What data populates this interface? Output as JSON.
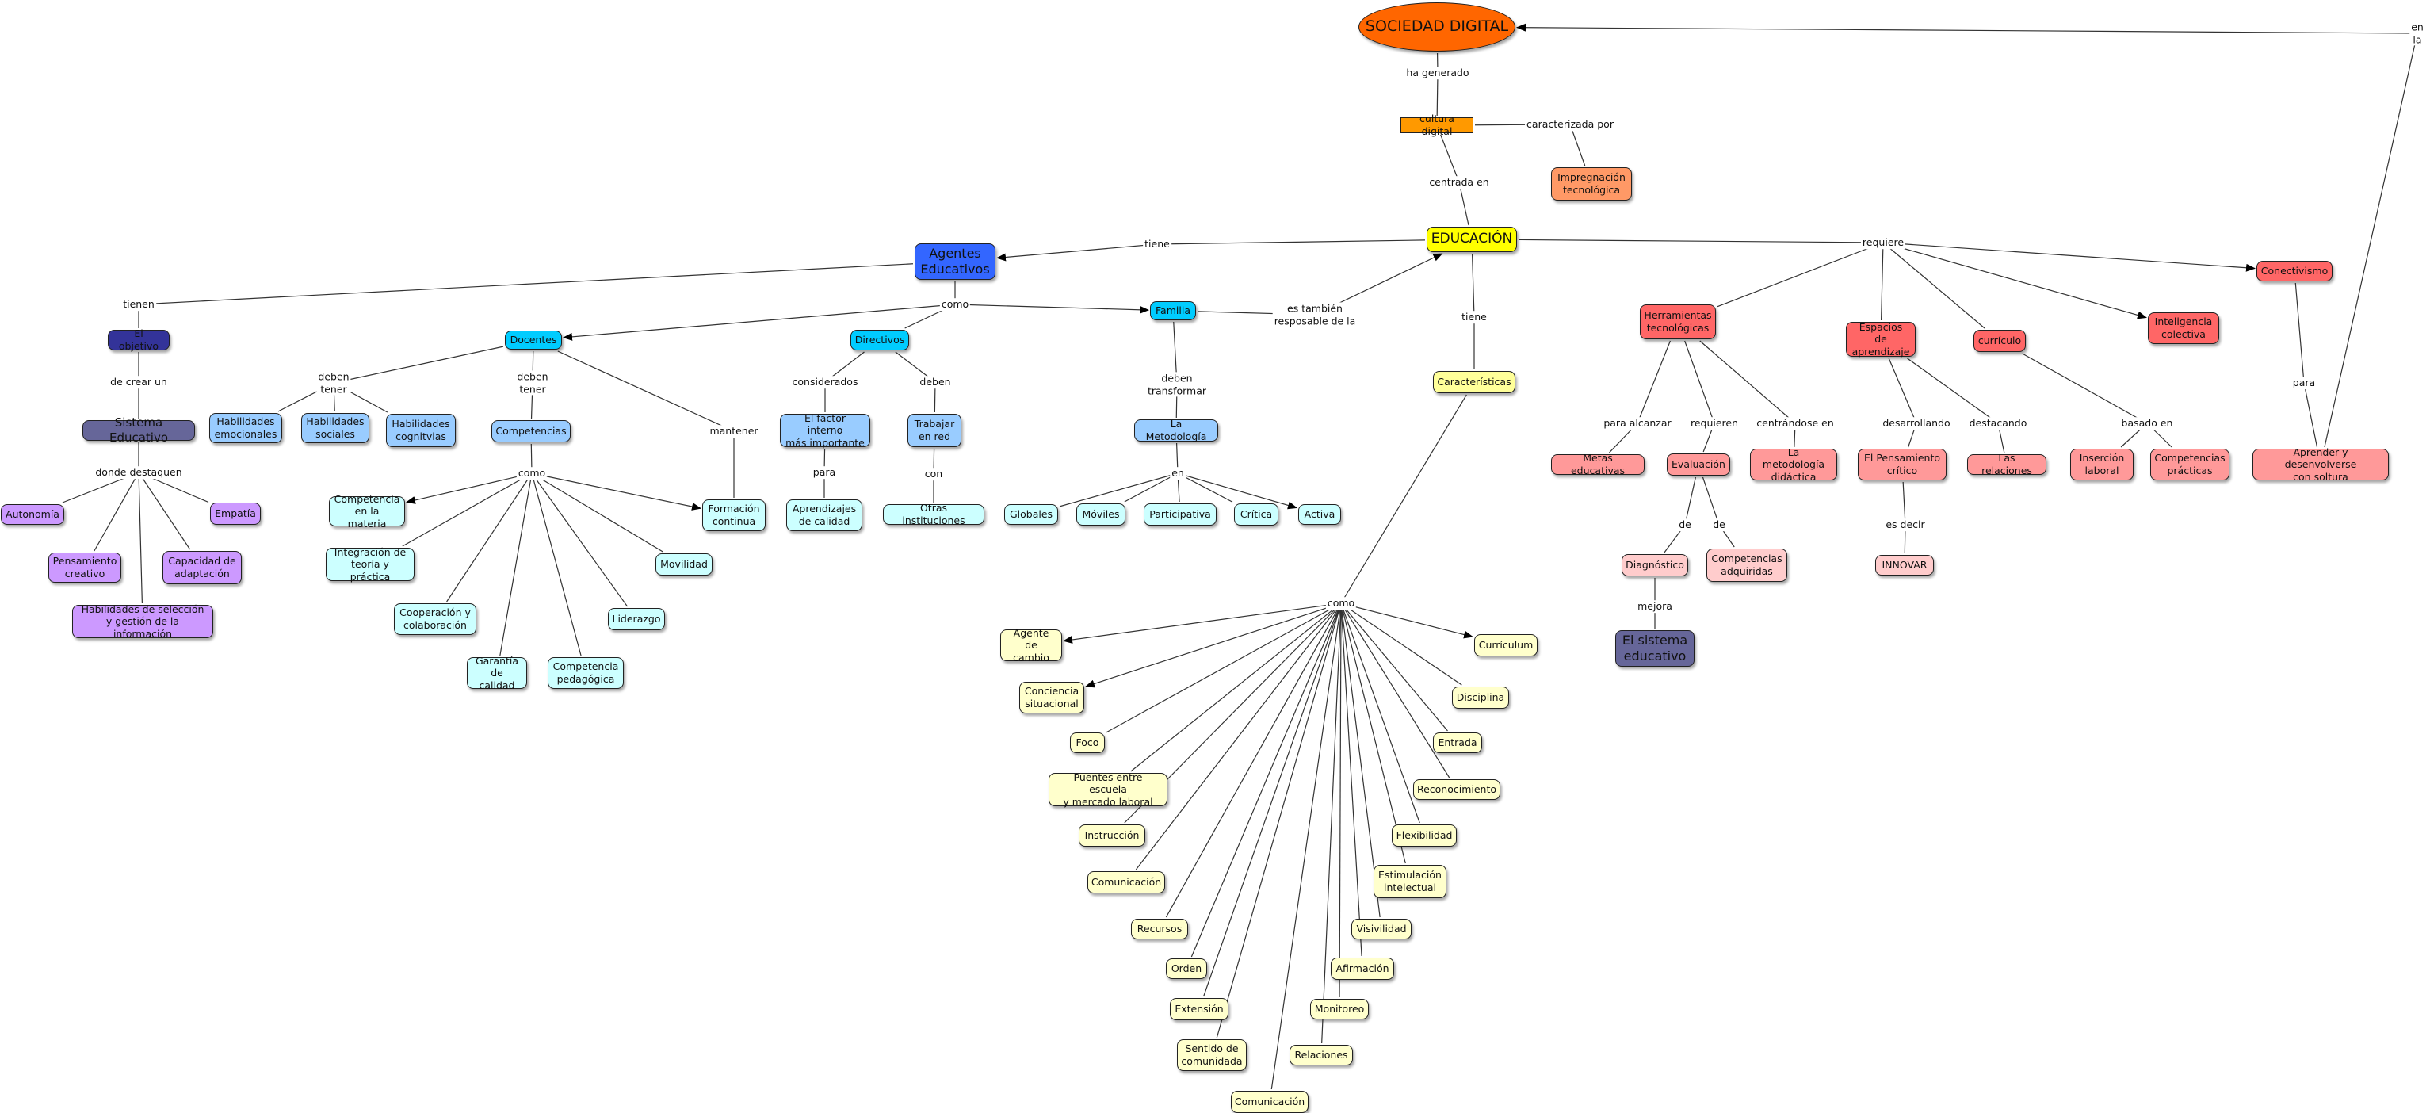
{
  "colors": {
    "root": "#ff6600",
    "orange": "#ff9900",
    "peach": "#ff9966",
    "yellow": "#ffff00",
    "light_yellow": "#ffffcc",
    "pale_yellow": "#ffff99",
    "blue_strong": "#3366ff",
    "navy": "#333399",
    "slate": "#666699",
    "cyan": "#00ccff",
    "light_blue": "#99ccff",
    "light_cyan": "#ccffff",
    "purple": "#cc99ff",
    "red": "#ff6666",
    "salmon": "#ff9999",
    "pink": "#ffcccc"
  },
  "nodes": [
    {
      "id": "sociedad",
      "text": "SOCIEDAD DIGITAL",
      "color": "root"
    },
    {
      "id": "cultura",
      "text": "cultura digital",
      "color": "orange"
    },
    {
      "id": "impregnacion",
      "text": "Impregnación\ntecnológica",
      "color": "peach"
    },
    {
      "id": "educacion",
      "text": "EDUCACIÓN",
      "color": "yellow"
    },
    {
      "id": "agentes",
      "text": "Agentes\nEducativos",
      "color": "blue_strong"
    },
    {
      "id": "objetivo",
      "text": "El objetivo",
      "color": "navy"
    },
    {
      "id": "sistema",
      "text": "Sistema Educativo",
      "color": "slate"
    },
    {
      "id": "autonomia",
      "text": "Autonomía",
      "color": "purple"
    },
    {
      "id": "empatia",
      "text": "Empatía",
      "color": "purple"
    },
    {
      "id": "pensamiento_creativo",
      "text": "Pensamiento\ncreativo",
      "color": "purple"
    },
    {
      "id": "capacidad",
      "text": "Capacidad de\nadaptación",
      "color": "purple"
    },
    {
      "id": "habilidades_seleccion",
      "text": "Habilidades de selección\ny gestión de la información",
      "color": "purple"
    },
    {
      "id": "docentes",
      "text": "Docentes",
      "color": "cyan"
    },
    {
      "id": "hab_emocionales",
      "text": "Habilidades\nemocionales",
      "color": "light_blue"
    },
    {
      "id": "hab_sociales",
      "text": "Habilidades\nsociales",
      "color": "light_blue"
    },
    {
      "id": "hab_cognitivas",
      "text": "Habilidades\ncognitvias",
      "color": "light_blue"
    },
    {
      "id": "competencias",
      "text": "Competencias",
      "color": "light_blue"
    },
    {
      "id": "comp_materia",
      "text": "Competencia\nen la materia",
      "color": "light_cyan"
    },
    {
      "id": "integracion",
      "text": "Integración de\nteoría y práctica",
      "color": "light_cyan"
    },
    {
      "id": "cooperacion",
      "text": "Cooperación y\ncolaboración",
      "color": "light_cyan"
    },
    {
      "id": "garantia",
      "text": "Garantía\nde calidad",
      "color": "light_cyan"
    },
    {
      "id": "comp_pedagogica",
      "text": "Competencia\npedagógica",
      "color": "light_cyan"
    },
    {
      "id": "liderazgo",
      "text": "Liderazgo",
      "color": "light_cyan"
    },
    {
      "id": "movilidad",
      "text": "Movilidad",
      "color": "light_cyan"
    },
    {
      "id": "formacion",
      "text": "Formación\ncontinua",
      "color": "light_cyan"
    },
    {
      "id": "directivos",
      "text": "Directivos",
      "color": "cyan"
    },
    {
      "id": "factor",
      "text": "El factor interno\nmás importante",
      "color": "light_blue"
    },
    {
      "id": "trabajar",
      "text": "Trabajar\nen red",
      "color": "light_blue"
    },
    {
      "id": "aprendizajes",
      "text": "Aprendizajes\nde calidad",
      "color": "light_cyan"
    },
    {
      "id": "otras",
      "text": "Otras instituciones",
      "color": "light_cyan"
    },
    {
      "id": "familia",
      "text": "Familia",
      "color": "cyan"
    },
    {
      "id": "metodologia",
      "text": "La Metodología",
      "color": "light_blue"
    },
    {
      "id": "globales",
      "text": "Globales",
      "color": "light_cyan"
    },
    {
      "id": "moviles",
      "text": "Móviles",
      "color": "light_cyan"
    },
    {
      "id": "participativa",
      "text": "Participativa",
      "color": "light_cyan"
    },
    {
      "id": "critica",
      "text": "Crítica",
      "color": "light_cyan"
    },
    {
      "id": "activa",
      "text": "Activa",
      "color": "light_cyan"
    },
    {
      "id": "caracteristicas",
      "text": "Características",
      "color": "pale_yellow"
    },
    {
      "id": "agente_cambio",
      "text": "Agente de\ncambio",
      "color": "light_yellow"
    },
    {
      "id": "conciencia",
      "text": "Conciencia\nsituacional",
      "color": "light_yellow"
    },
    {
      "id": "foco",
      "text": "Foco",
      "color": "light_yellow"
    },
    {
      "id": "puentes",
      "text": "Puentes entre escuela\ny mercado laboral",
      "color": "light_yellow"
    },
    {
      "id": "instruccion",
      "text": "Instrucción",
      "color": "light_yellow"
    },
    {
      "id": "comunicacion1",
      "text": "Comunicación",
      "color": "light_yellow"
    },
    {
      "id": "recursos",
      "text": "Recursos",
      "color": "light_yellow"
    },
    {
      "id": "orden",
      "text": "Orden",
      "color": "light_yellow"
    },
    {
      "id": "extension",
      "text": "Extensión",
      "color": "light_yellow"
    },
    {
      "id": "sentido",
      "text": "Sentido de\ncomunidada",
      "color": "light_yellow"
    },
    {
      "id": "comunicacion2",
      "text": "Comunicación",
      "color": "light_yellow"
    },
    {
      "id": "relaciones",
      "text": "Relaciones",
      "color": "light_yellow"
    },
    {
      "id": "monitoreo",
      "text": "Monitoreo",
      "color": "light_yellow"
    },
    {
      "id": "afirmacion",
      "text": "Afirmación",
      "color": "light_yellow"
    },
    {
      "id": "visivilidad",
      "text": "Visivilidad",
      "color": "light_yellow"
    },
    {
      "id": "estimulacion",
      "text": "Estimulación\nintelectual",
      "color": "light_yellow"
    },
    {
      "id": "flexibilidad",
      "text": "Flexibilidad",
      "color": "light_yellow"
    },
    {
      "id": "reconocimiento",
      "text": "Reconocimiento",
      "color": "light_yellow"
    },
    {
      "id": "entrada",
      "text": "Entrada",
      "color": "light_yellow"
    },
    {
      "id": "disciplina",
      "text": "Disciplina",
      "color": "light_yellow"
    },
    {
      "id": "curriculum",
      "text": "Currículum",
      "color": "light_yellow"
    },
    {
      "id": "herramientas",
      "text": "Herramientas\ntecnológicas",
      "color": "red"
    },
    {
      "id": "espacios",
      "text": "Espacios de\naprendizaje",
      "color": "red"
    },
    {
      "id": "curriculo",
      "text": "currículo",
      "color": "red"
    },
    {
      "id": "inteligencia",
      "text": "Inteligencia\ncolectiva",
      "color": "red"
    },
    {
      "id": "conectivismo",
      "text": "Conectivismo",
      "color": "red"
    },
    {
      "id": "metas",
      "text": "Metas educativas",
      "color": "salmon"
    },
    {
      "id": "evaluacion",
      "text": "Evaluación",
      "color": "salmon"
    },
    {
      "id": "metodologia_didactica",
      "text": "La metodología\ndidáctica",
      "color": "salmon"
    },
    {
      "id": "pensamiento_critico",
      "text": "El Pensamiento\ncrítico",
      "color": "salmon"
    },
    {
      "id": "las_relaciones",
      "text": "Las relaciones",
      "color": "salmon"
    },
    {
      "id": "insercion",
      "text": "Inserción\nlaboral",
      "color": "salmon"
    },
    {
      "id": "comp_practicas",
      "text": "Competencias\nprácticas",
      "color": "salmon"
    },
    {
      "id": "aprender",
      "text": "Aprender y desenvolverse\ncon soltura",
      "color": "salmon"
    },
    {
      "id": "diagnostico",
      "text": "Diagnóstico",
      "color": "pink"
    },
    {
      "id": "comp_adquiridas",
      "text": "Competencias\nadquiridas",
      "color": "pink"
    },
    {
      "id": "innovar",
      "text": "INNOVAR",
      "color": "pink"
    },
    {
      "id": "sistema_educativo2",
      "text": "El sistema\neducativo",
      "color": "slate"
    }
  ],
  "links": [
    {
      "id": "ha_generado",
      "text": "ha generado"
    },
    {
      "id": "caracterizada",
      "text": "caracterizada por"
    },
    {
      "id": "centrada",
      "text": "centrada en"
    },
    {
      "id": "tiene1",
      "text": "tiene"
    },
    {
      "id": "requiere",
      "text": "requiere"
    },
    {
      "id": "tiene2",
      "text": "tiene"
    },
    {
      "id": "en_la",
      "text": "en la"
    },
    {
      "id": "tienen",
      "text": "tienen"
    },
    {
      "id": "de_crear",
      "text": "de crear un"
    },
    {
      "id": "donde",
      "text": "donde destaquen"
    },
    {
      "id": "como_ag",
      "text": "como"
    },
    {
      "id": "deben_tener1",
      "text": "deben\ntener"
    },
    {
      "id": "deben_tener2",
      "text": "deben\ntener"
    },
    {
      "id": "mantener",
      "text": "mantener"
    },
    {
      "id": "como_comp",
      "text": "como"
    },
    {
      "id": "considerados",
      "text": "considerados"
    },
    {
      "id": "deben",
      "text": "deben"
    },
    {
      "id": "para_dir",
      "text": "para"
    },
    {
      "id": "con",
      "text": "con"
    },
    {
      "id": "es_tambien",
      "text": "es también\nresposable de la"
    },
    {
      "id": "deben_transformar",
      "text": "deben\ntransformar"
    },
    {
      "id": "en_met",
      "text": "en"
    },
    {
      "id": "como_car",
      "text": "como"
    },
    {
      "id": "para_alcanzar",
      "text": "para alcanzar"
    },
    {
      "id": "requieren",
      "text": "requieren"
    },
    {
      "id": "centrandose",
      "text": "centrándose en"
    },
    {
      "id": "desarrollando",
      "text": "desarrollando"
    },
    {
      "id": "destacando",
      "text": "destacando"
    },
    {
      "id": "basado",
      "text": "basado en"
    },
    {
      "id": "para_con",
      "text": "para"
    },
    {
      "id": "de1",
      "text": "de"
    },
    {
      "id": "de2",
      "text": "de"
    },
    {
      "id": "es_decir",
      "text": "es decir"
    },
    {
      "id": "mejora",
      "text": "mejora"
    }
  ]
}
